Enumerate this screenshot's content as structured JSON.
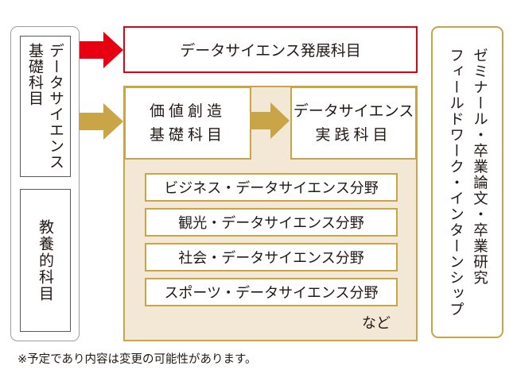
{
  "colors": {
    "red": "#e60012",
    "gold": "#c9a548",
    "gold_fill": "#f2e8d5",
    "gray_border": "#9e9e9e",
    "text": "#231815"
  },
  "left_column": {
    "data_science_basic": {
      "line1": "データサイエンス",
      "line2": "基礎科目"
    },
    "liberal_arts": "教養的科目"
  },
  "advanced": {
    "label": "データサイエンス発展科目"
  },
  "core": {
    "value_creation": {
      "line1": "価値創造",
      "line2": "基礎科目"
    },
    "practice": {
      "line1": "データサイエンス",
      "line2": "実践科目"
    },
    "fields": [
      "ビジネス・データサイエンス分野",
      "観光・データサイエンス分野",
      "社会・データサイエンス分野",
      "スポーツ・データサイエンス分野"
    ],
    "etc": "など"
  },
  "right_column": {
    "line1": "ゼミナール・卒業論文・卒業研究",
    "line2": "フィールドワーク・インターンシップ"
  },
  "arrows": [
    {
      "name": "red-arrow",
      "color": "red"
    },
    {
      "name": "gold-arrow",
      "color": "gold"
    },
    {
      "name": "inner-gold-arrow",
      "color": "gold"
    }
  ],
  "footnote": "※予定であり内容は変更の可能性があります。"
}
